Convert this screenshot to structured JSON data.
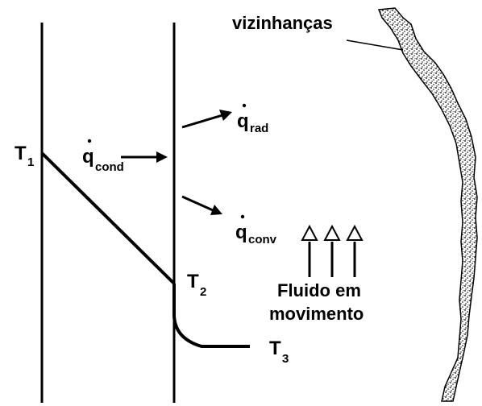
{
  "diagram": {
    "surroundings_label": "vizinhanças",
    "q_symbol": "q",
    "rad_subscript": "rad",
    "cond_subscript": "cond",
    "conv_subscript": "conv",
    "t_symbol": "T",
    "t1_subscript": "1",
    "t2_subscript": "2",
    "t3_subscript": "3",
    "fluid_line1": "Fluido em",
    "fluid_line2": "movimento"
  }
}
